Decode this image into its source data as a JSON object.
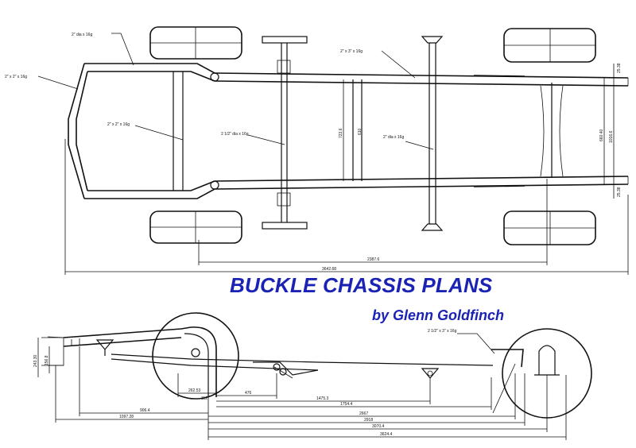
{
  "title": "BUCKLE CHASSIS PLANS",
  "author": "by Glenn Goldfinch",
  "colors": {
    "title": "#1a23b4",
    "lines": "#111111",
    "background": "#ffffff"
  },
  "plan_labels": {
    "upper_rail": "2\" dia x 16g",
    "front_hoop": "2\" x 2\" x 16g",
    "rear_rail": "2\" x 3\" x 16g",
    "cross_member": "2\" x 2\" x 16g",
    "front_axle": "2 1/2\" dia x 16g",
    "rear_axle": "2\" dia x 16g"
  },
  "plan_dims": {
    "wheelbase": "2387.6",
    "overall_length": "3642.68",
    "inner_width": "723.6",
    "inner_width_2": "610",
    "outer_width": "660.40",
    "overall_width": "1016.6",
    "rail_top": "25.38",
    "rail_bottom": "25.38"
  },
  "side_labels": {
    "rear_rail": "2 1/2\" x 3\" x 16g"
  },
  "side_dims": {
    "height_1": "243.30",
    "height_2": "156.8",
    "d_262": "262.53",
    "d_112": "112",
    "d_476": "476",
    "d_1475": "1475.3",
    "d_1754": "1754.4",
    "d_906": "906.4",
    "d_1097": "1097.28",
    "d_2667": "2667",
    "d_2918": "2918",
    "d_3070": "3070.4",
    "d_3624": "3624.4"
  }
}
